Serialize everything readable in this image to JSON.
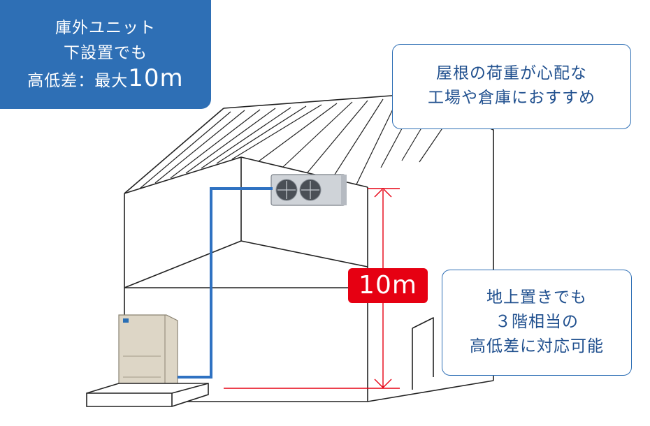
{
  "top_badge": {
    "line1": "庫外ユニット",
    "line2": "下設置でも",
    "line3_prefix": "高低差：最大",
    "line3_value": "10m"
  },
  "callouts": {
    "roof": {
      "line1": "屋根の荷重が心配な",
      "line2": "工場や倉庫におすすめ"
    },
    "ground": {
      "line1": "地上置きでも",
      "line2": "３階相当の",
      "line3": "高低差に対応可能"
    }
  },
  "height_label": "10m",
  "colors": {
    "badge": "#2e6fb5",
    "pipe": "#2f72c2",
    "measure": "#e60012",
    "outline": "#222222"
  }
}
